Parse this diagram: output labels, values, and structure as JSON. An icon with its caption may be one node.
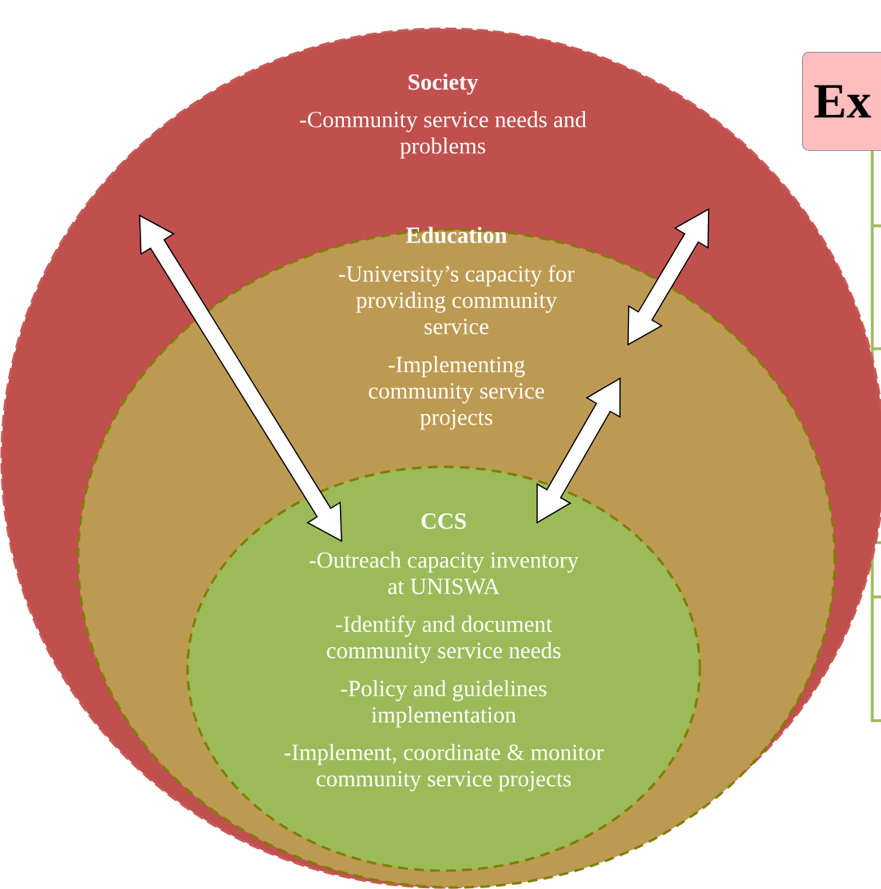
{
  "diagram": {
    "nodes": [
      {
        "text": [
          "Society",
          "-Community service needs  and problems"
        ]
      },
      {
        "text": [
          "Education",
          "-University’s capacity for providing community service",
          "-Implementing community service projects"
        ],
        "in": 0
      },
      {
        "text": [
          "CCS",
          "-Outreach capacity inventory at UNISWA",
          "-Identify and document community service needs",
          "-Policy and guidelines implementation",
          "-Implement, coordinate & monitor community service projects"
        ],
        "in": 1
      },
      {
        "text": [
          "Ex"
        ]
      }
    ],
    "edges": [
      {
        "from": 0,
        "to": 2,
        "arrow": "both"
      },
      {
        "from": 0,
        "to": 1,
        "arrow": "both"
      },
      {
        "from": 1,
        "to": 2,
        "arrow": "both"
      }
    ]
  }
}
